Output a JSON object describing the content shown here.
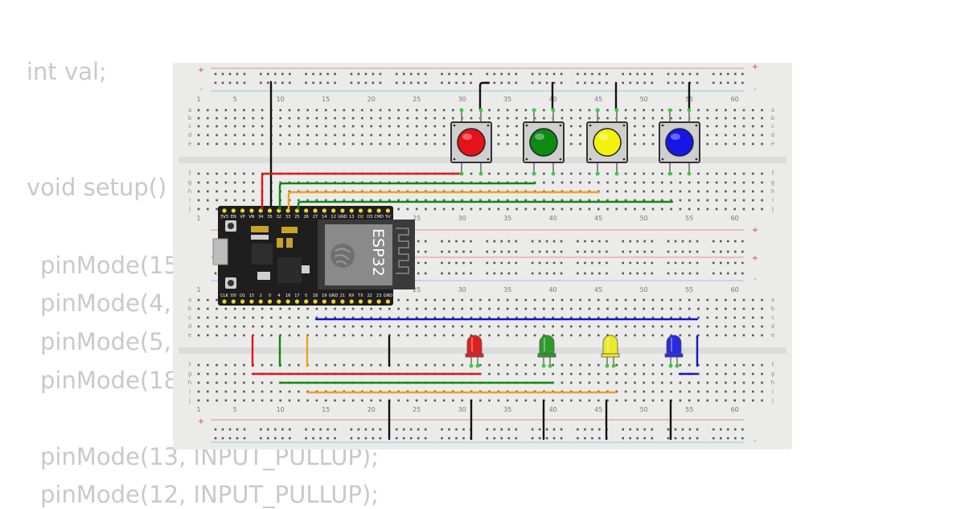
{
  "code": {
    "lines": [
      "int val;",
      "void setup()",
      "pinMode(15",
      "pinMode(4,",
      "pinMode(5,",
      "pinMode(18",
      "pinMode(13, INPUT_PULLUP);",
      "pinMode(12, INPUT_PULLUP);"
    ]
  },
  "breadboard": {
    "column_numbers": [
      "1",
      "5",
      "10",
      "15",
      "20",
      "25",
      "30",
      "35",
      "40",
      "45",
      "50",
      "55",
      "60"
    ],
    "row_letters_top": [
      "a",
      "b",
      "c",
      "d",
      "e"
    ],
    "row_letters_bottom": [
      "f",
      "g",
      "h",
      "i",
      "j"
    ],
    "plus_label": "+",
    "minus_label": "-"
  },
  "esp32": {
    "chip_label": "ESP32",
    "top_pins": [
      "3V3",
      "EN",
      "VP",
      "VN",
      "34",
      "35",
      "32",
      "33",
      "25",
      "26",
      "27",
      "14",
      "12",
      "GND",
      "13",
      "D2",
      "D3",
      "CMD",
      "5V"
    ],
    "bottom_pins": [
      "CLK",
      "D0",
      "D1",
      "15",
      "2",
      "0",
      "4",
      "16",
      "17",
      "5",
      "18",
      "19",
      "GND",
      "21",
      "RX",
      "TX",
      "22",
      "23",
      "GND"
    ]
  },
  "buttons": [
    {
      "name": "red",
      "color": "#e5121a"
    },
    {
      "name": "green",
      "color": "#0c8a12"
    },
    {
      "name": "yellow",
      "color": "#f2f20c"
    },
    {
      "name": "blue",
      "color": "#1616e6"
    }
  ],
  "leds": [
    {
      "name": "red",
      "color": "#e02020"
    },
    {
      "name": "green",
      "color": "#2e9a2e"
    },
    {
      "name": "yellow",
      "color": "#eaea2a"
    },
    {
      "name": "blue",
      "color": "#2a2ae0"
    }
  ],
  "wire_colors": {
    "red": "#e0161a",
    "green": "#0e8a0e",
    "orange": "#f0a020",
    "blue": "#1414c8",
    "black": "#111111"
  }
}
